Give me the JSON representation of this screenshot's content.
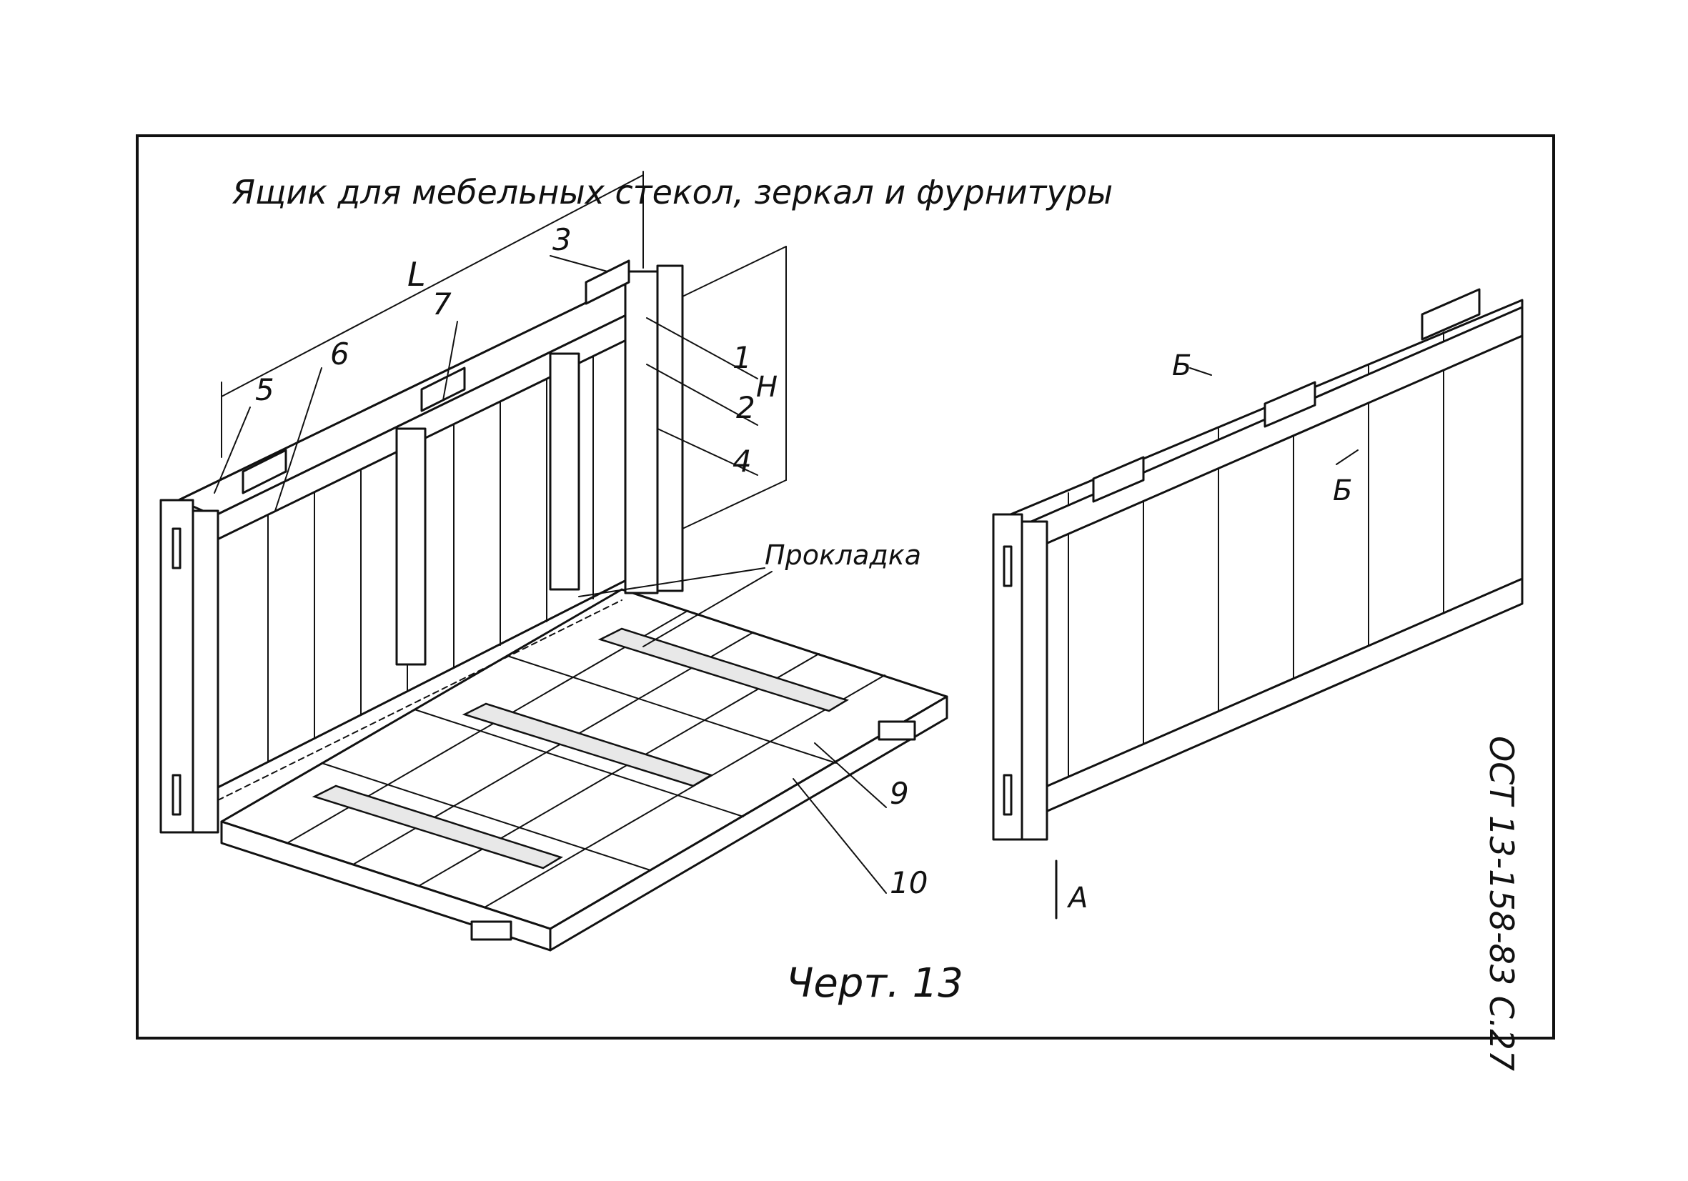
{
  "title": "Ящик для мебельных стекол, зеркал и фурнитуры",
  "figure_caption": "Черт. 13",
  "standard_stamp": "ОСТ 13-158-83 С.27",
  "dimensions": {
    "length": "L",
    "height": "H"
  },
  "part_numbers": [
    "1",
    "2",
    "3",
    "4",
    "5",
    "6",
    "7",
    "9",
    "10"
  ],
  "gasket_label": "Прокладка",
  "section_marks": {
    "section_b_top": "Б",
    "section_b_bottom": "Б",
    "view_a": "А"
  }
}
